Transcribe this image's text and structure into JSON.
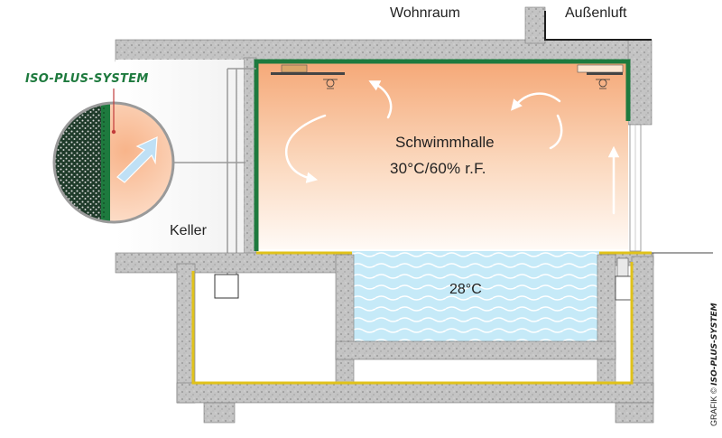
{
  "labels": {
    "wohnraum": "Wohnraum",
    "aussenluft": "Außenluft",
    "keller": "Keller",
    "hall_name": "Schwimmhalle",
    "hall_conditions": "30°C/60% r.F.",
    "pool_temp": "28°C"
  },
  "brand": {
    "logo_text": "ISO-PLUS-SYSTEM",
    "copyright_prefix": "GRAFIK © ",
    "copyright_brand": "ISO-PLUS-SYSTEM"
  },
  "colors": {
    "brand_green": "#1e7a3e",
    "concrete": "#bdbdbd",
    "insulation_yellow": "#e0c21a",
    "hall_warm": "#f7b98f",
    "pool_water": "#bfe6f7"
  }
}
